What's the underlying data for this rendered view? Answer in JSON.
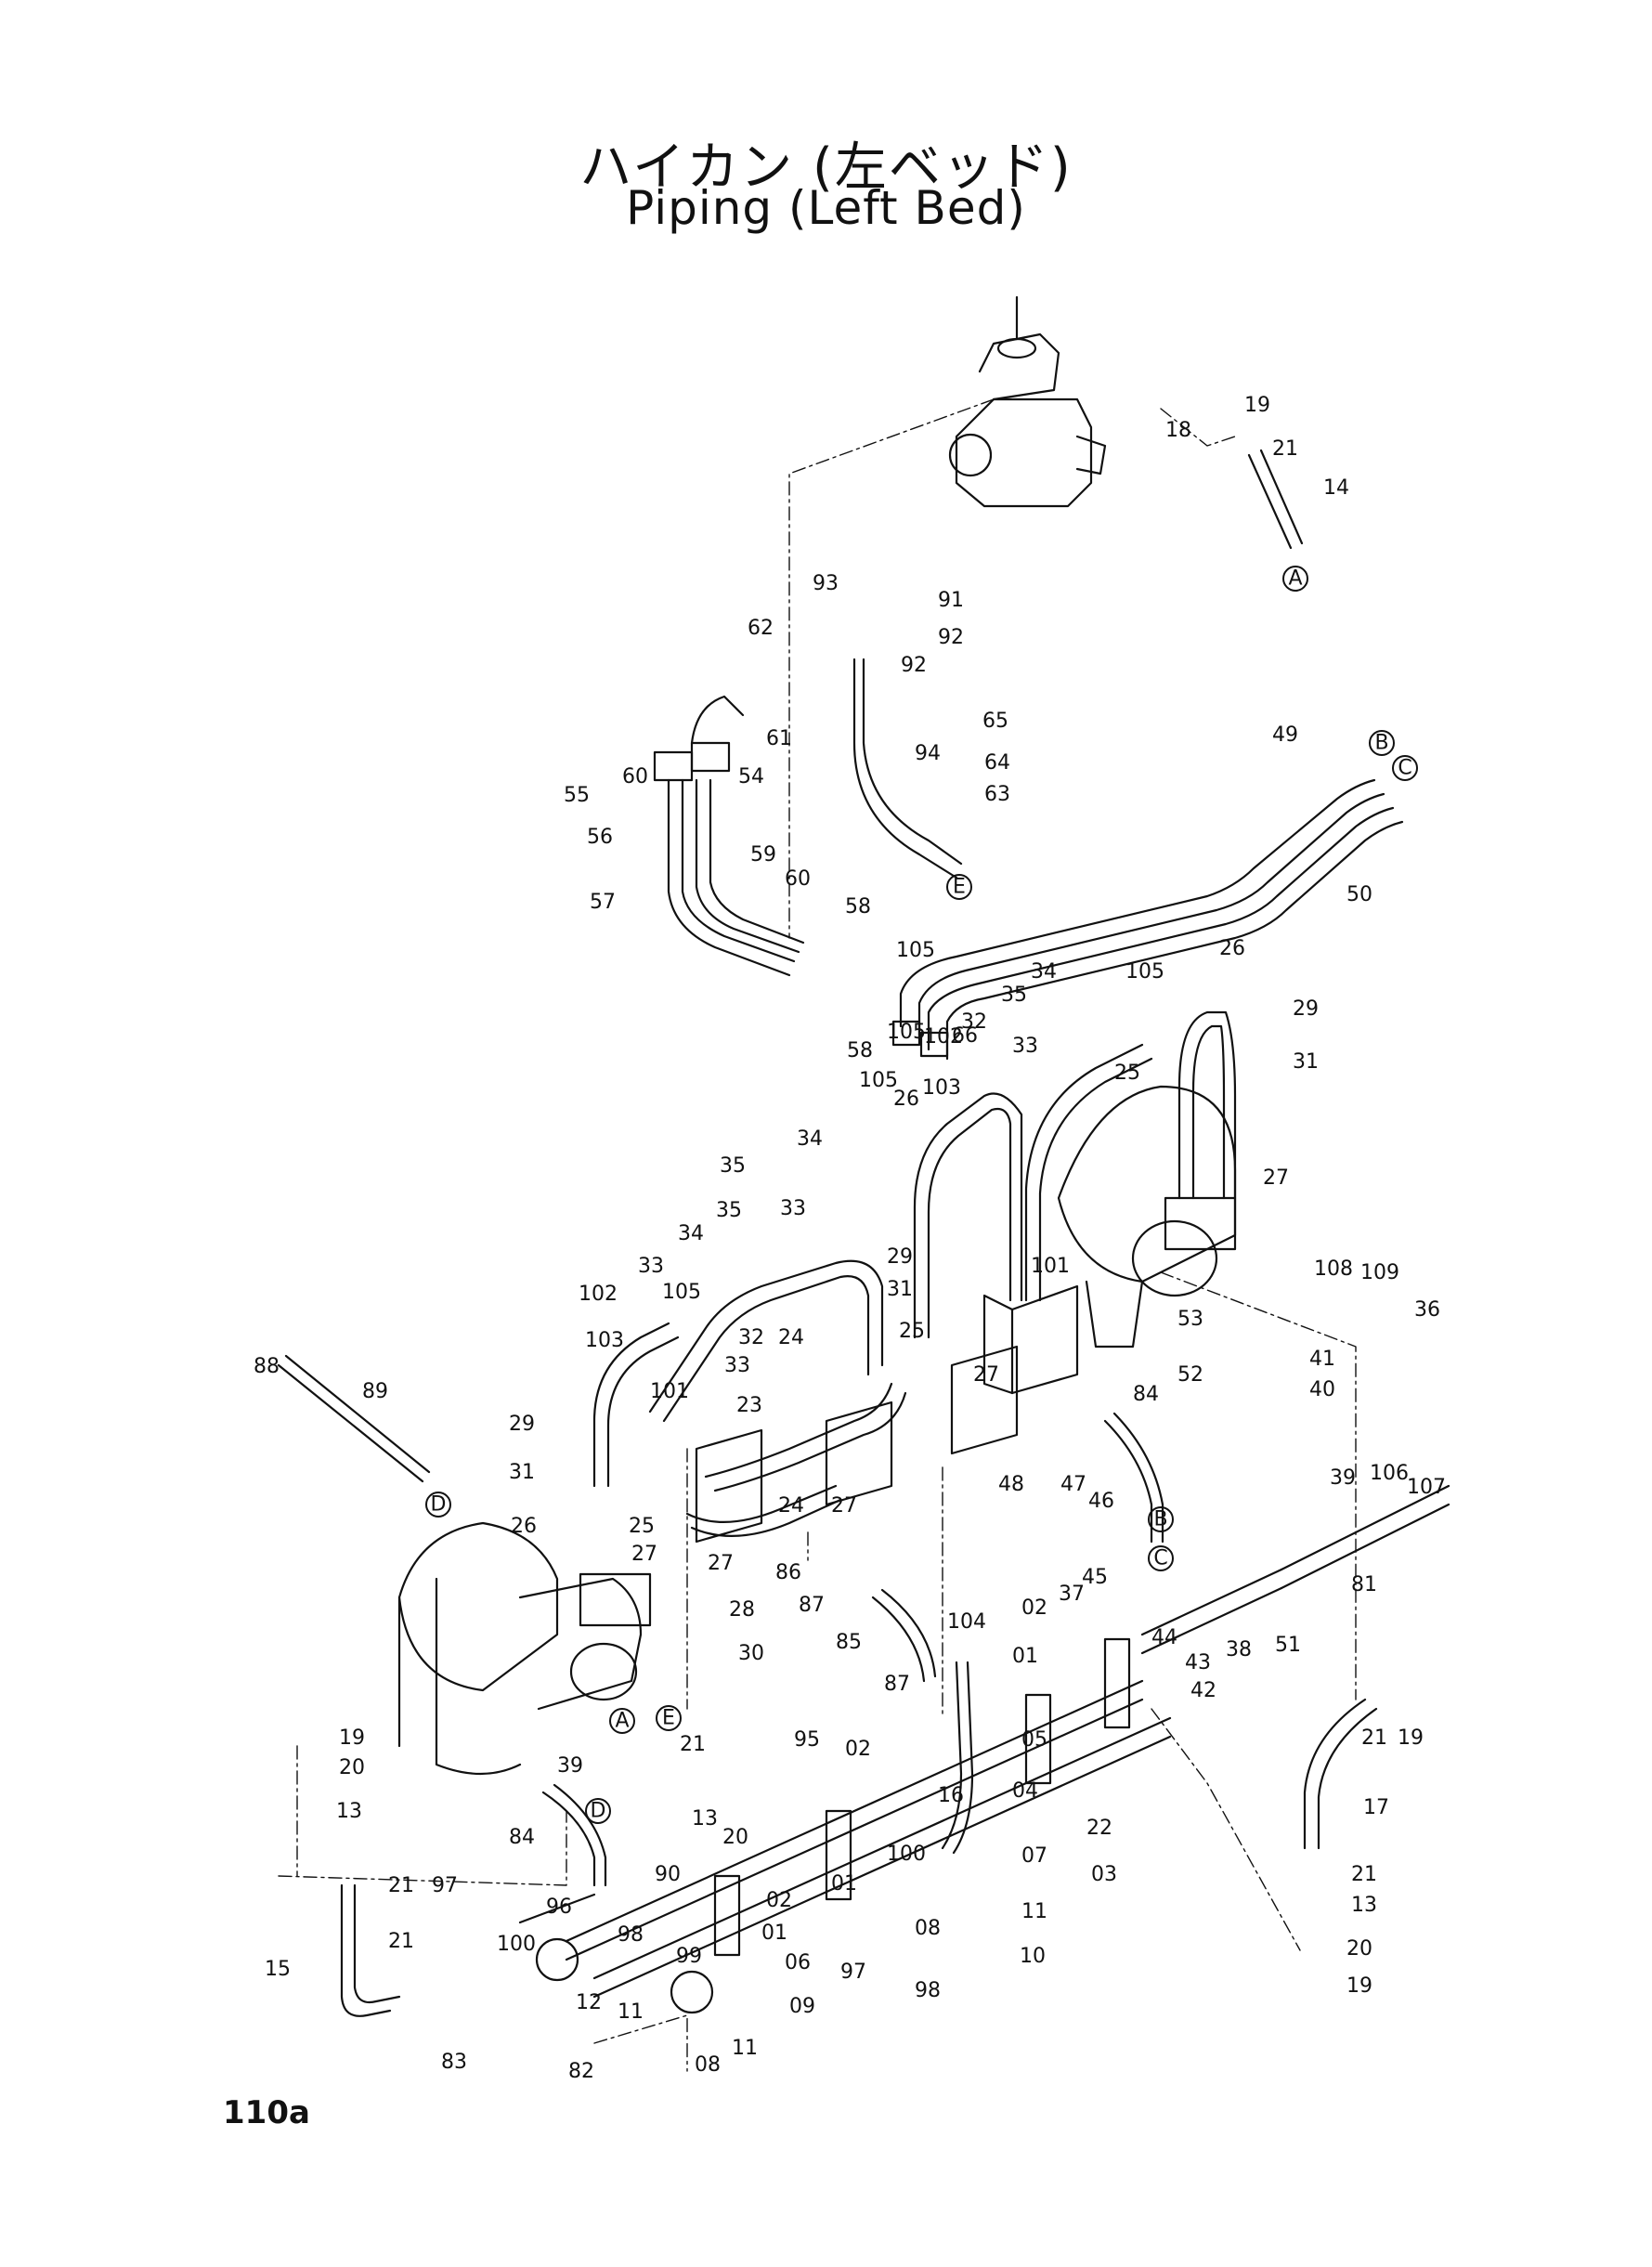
{
  "title": {
    "jp": "ハイカン (左ベッド)",
    "en": "Piping (Left Bed)"
  },
  "page_number": "110a",
  "connectors": [
    "A",
    "B",
    "C",
    "D",
    "E"
  ],
  "part_labels": {
    "p01": "01",
    "p02": "02",
    "p03": "03",
    "p04": "04",
    "p05": "05",
    "p06": "06",
    "p07": "07",
    "p08": "08",
    "p09": "09",
    "p10": "10",
    "p11": "11",
    "p12": "12",
    "p13": "13",
    "p14": "14",
    "p15": "15",
    "p16": "16",
    "p17": "17",
    "p18": "18",
    "p19": "19",
    "p20": "20",
    "p21": "21",
    "p22": "22",
    "p23": "23",
    "p24": "24",
    "p25": "25",
    "p26": "26",
    "p27": "27",
    "p28": "28",
    "p29": "29",
    "p30": "30",
    "p31": "31",
    "p32": "32",
    "p33": "33",
    "p34": "34",
    "p35": "35",
    "p36": "36",
    "p37": "37",
    "p38": "38",
    "p39": "39",
    "p40": "40",
    "p41": "41",
    "p42": "42",
    "p43": "43",
    "p44": "44",
    "p45": "45",
    "p46": "46",
    "p47": "47",
    "p48": "48",
    "p49": "49",
    "p50": "50",
    "p51": "51",
    "p52": "52",
    "p53": "53",
    "p54": "54",
    "p55": "55",
    "p56": "56",
    "p57": "57",
    "p58": "58",
    "p59": "59",
    "p60": "60",
    "p61": "61",
    "p62": "62",
    "p63": "63",
    "p64": "64",
    "p65": "65",
    "p66": "66",
    "p81": "81",
    "p82": "82",
    "p83": "83",
    "p84": "84",
    "p85": "85",
    "p86": "86",
    "p87": "87",
    "p88": "88",
    "p89": "89",
    "p90": "90",
    "p91": "91",
    "p92": "92",
    "p93": "93",
    "p94": "94",
    "p95": "95",
    "p96": "96",
    "p97": "97",
    "p98": "98",
    "p99": "99",
    "p100": "100",
    "p101": "101",
    "p102": "102",
    "p103": "103",
    "p104": "104",
    "p105": "105",
    "p106": "106",
    "p107": "107",
    "p108": "108",
    "p109": "109"
  }
}
